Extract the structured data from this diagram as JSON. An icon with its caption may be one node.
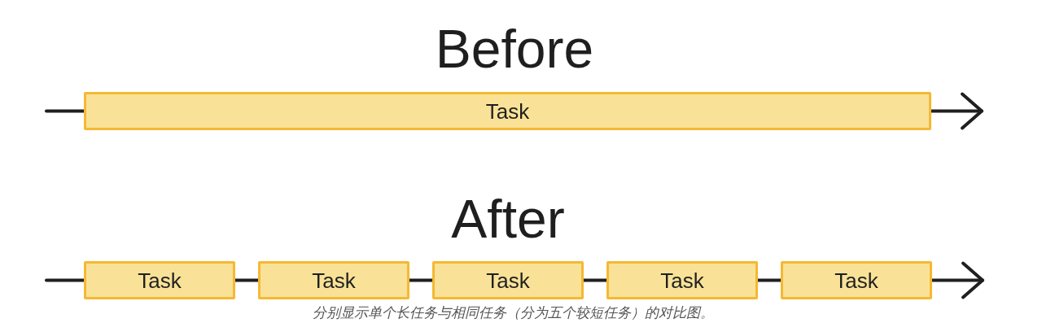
{
  "diagram": {
    "caption": "分别显示单个长任务与相同任务（分为五个较短任务）的对比图。",
    "nodes": [
      {
        "text": [
          "Task"
        ]
      },
      {
        "text": [
          "Task"
        ]
      },
      {
        "text": [
          "Task"
        ]
      },
      {
        "text": [
          "Task"
        ]
      },
      {
        "text": [
          "Task"
        ]
      },
      {
        "text": [
          "Task"
        ]
      }
    ],
    "edges": [
      {
        "from": null,
        "to": 0,
        "arrow": "none"
      },
      {
        "from": 0,
        "to": null,
        "arrow": "to"
      },
      {
        "from": null,
        "to": 1,
        "arrow": "none"
      },
      {
        "from": 1,
        "to": 2,
        "arrow": "none"
      },
      {
        "from": 2,
        "to": 3,
        "arrow": "none"
      },
      {
        "from": 3,
        "to": 4,
        "arrow": "none"
      },
      {
        "from": 4,
        "to": 5,
        "arrow": "none"
      },
      {
        "from": 5,
        "to": null,
        "arrow": "to"
      }
    ],
    "labels": [
      "Before",
      "After"
    ]
  }
}
